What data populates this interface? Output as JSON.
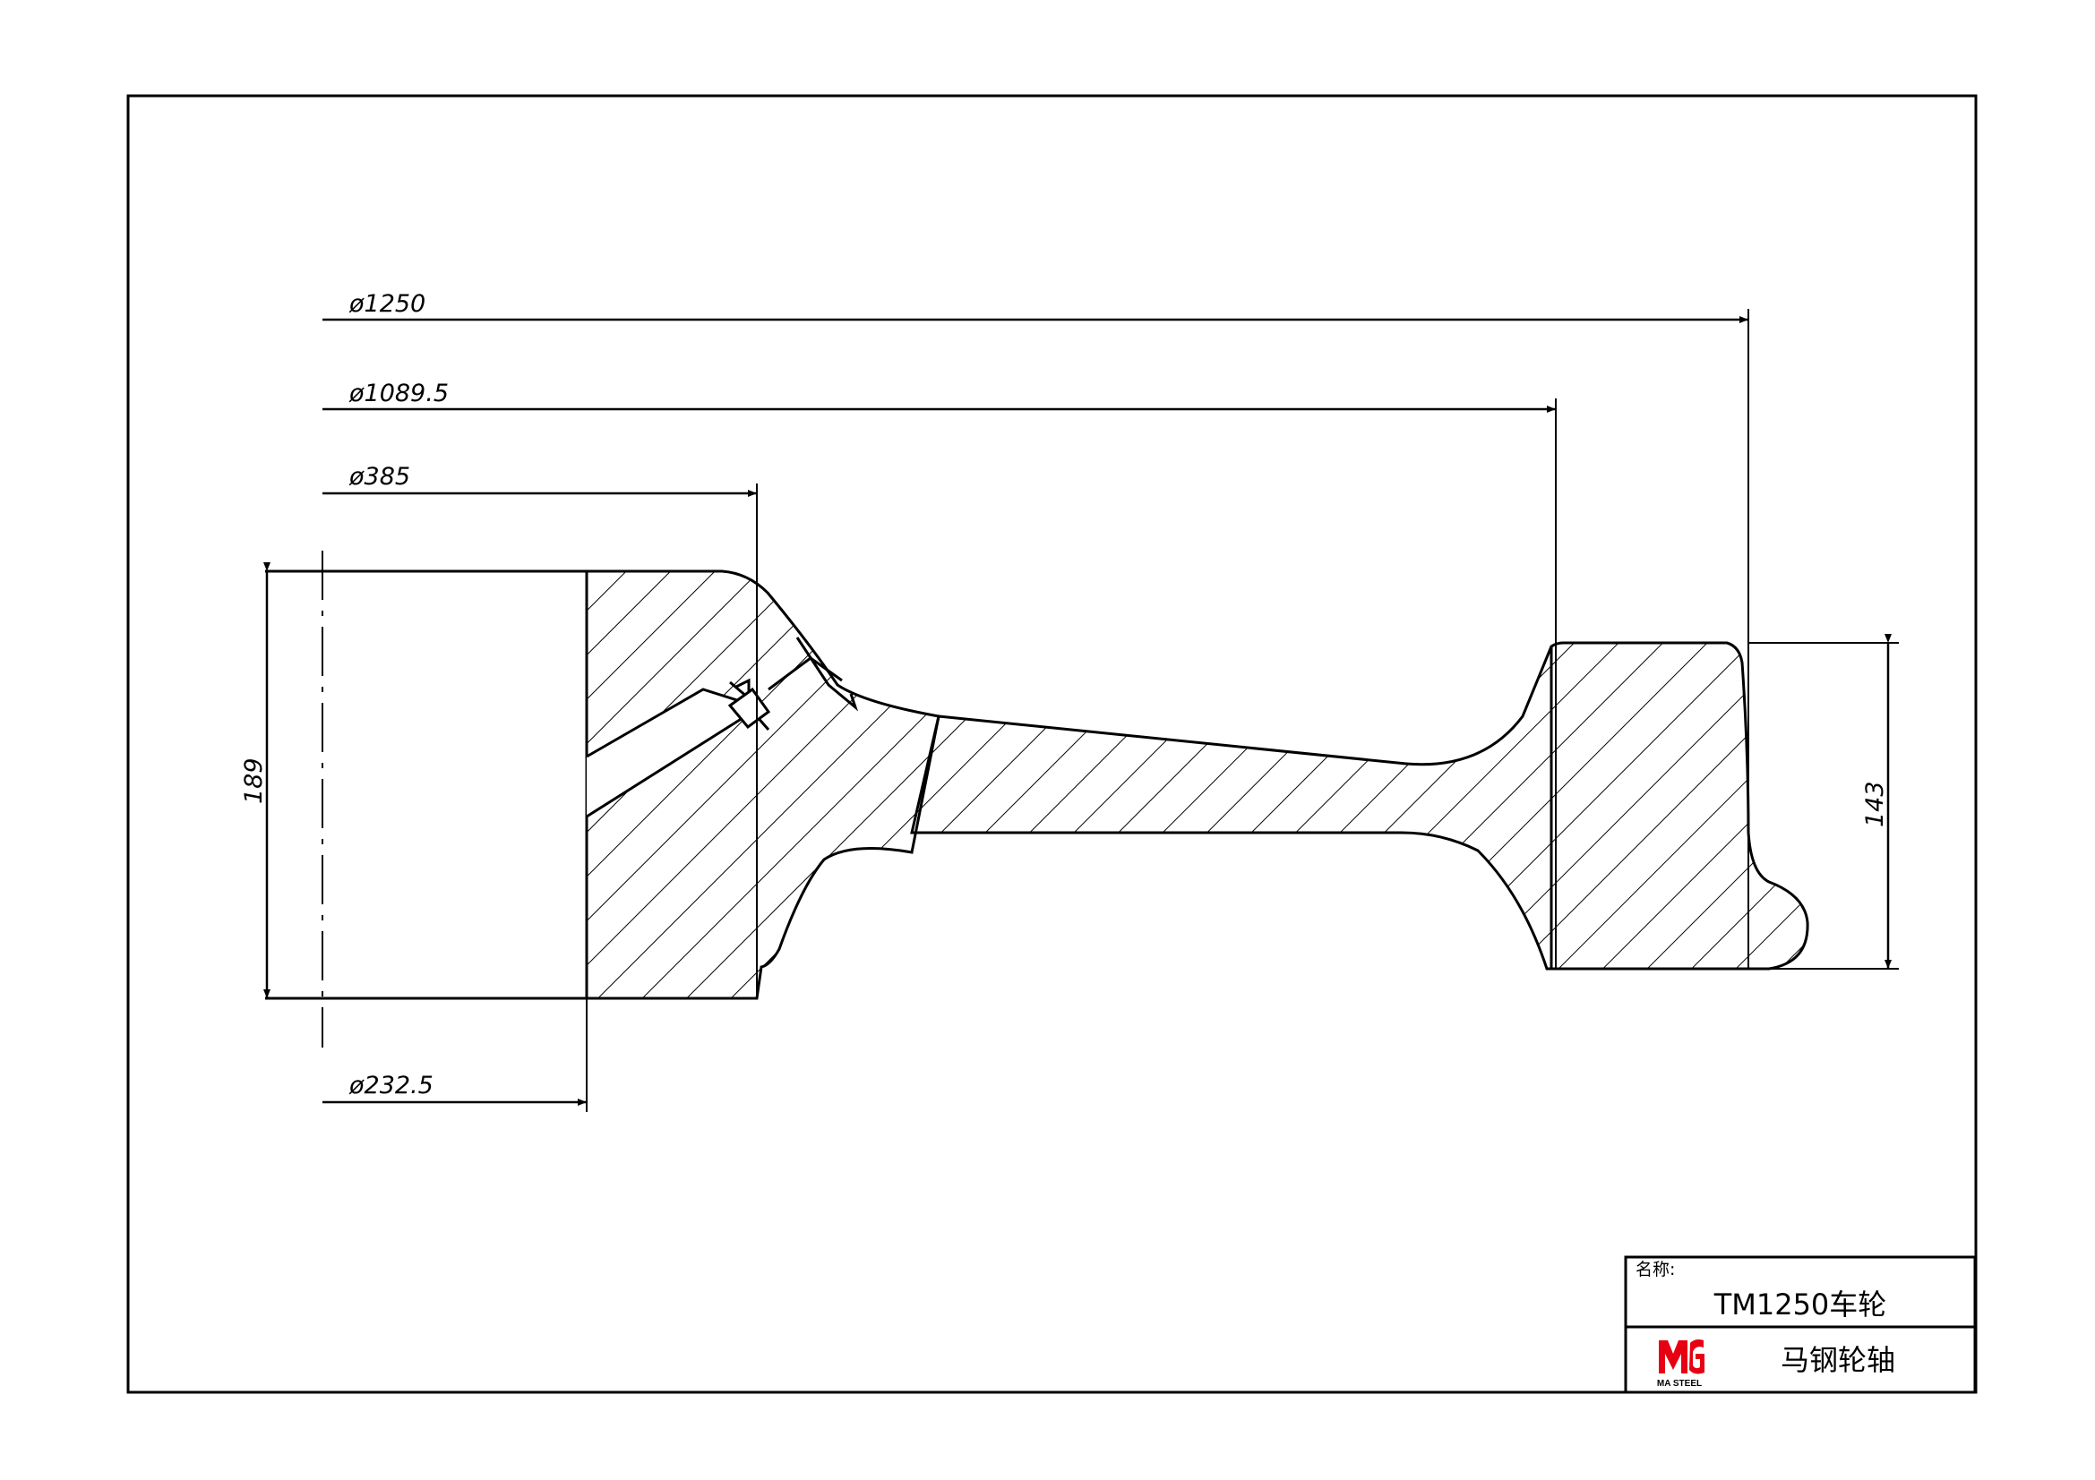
{
  "drawing": {
    "dimensions": {
      "d_outer": "ø1250",
      "d_tread": "ø1089.5",
      "d_hub": "ø385",
      "d_bore": "ø232.5",
      "hub_length": "189",
      "rim_width": "143"
    }
  },
  "title_block": {
    "name_label": "名称:",
    "name_value": "TM1250车轮",
    "company": "马钢轮轴",
    "logo_caption": "MA STEEL",
    "logo_color": "#e60012"
  }
}
